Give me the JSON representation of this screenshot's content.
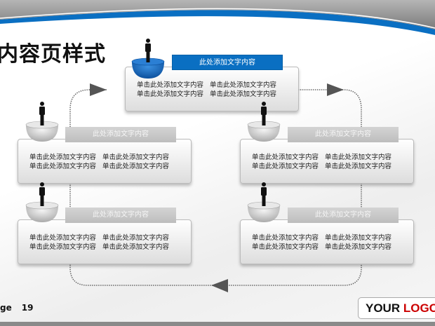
{
  "title": "内容页样式",
  "colors": {
    "accent": "#0a6fc2",
    "arrow": "#555555"
  },
  "nodes": [
    {
      "header": "此处添加文字内容",
      "style": "blue",
      "lines": [
        "单击此处添加文字内容",
        "单击此处添加文字内容",
        "单击此处添加文字内容",
        "单击此处添加文字内容"
      ]
    },
    {
      "header": "此处添加文字内容",
      "style": "gray",
      "lines": [
        "单击此处添加文字内容",
        "单击此处添加文字内容",
        "单击此处添加文字内容",
        "单击此处添加文字内容"
      ]
    },
    {
      "header": "此处添加文字内容",
      "style": "gray",
      "lines": [
        "单击此处添加文字内容",
        "单击此处添加文字内容",
        "单击此处添加文字内容",
        "单击此处添加文字内容"
      ]
    },
    {
      "header": "此处添加文字内容",
      "style": "gray",
      "lines": [
        "单击此处添加文字内容",
        "单击此处添加文字内容",
        "单击此处添加文字内容",
        "单击此处添加文字内容"
      ]
    },
    {
      "header": "此处添加文字内容",
      "style": "gray",
      "lines": [
        "单击此处添加文字内容",
        "单击此处添加文字内容",
        "单击此处添加文字内容",
        "单击此处添加文字内容"
      ]
    }
  ],
  "footer": {
    "page_label": "ge",
    "page_number": "19",
    "logo_part1": "YOUR ",
    "logo_part2": "LOGO"
  }
}
